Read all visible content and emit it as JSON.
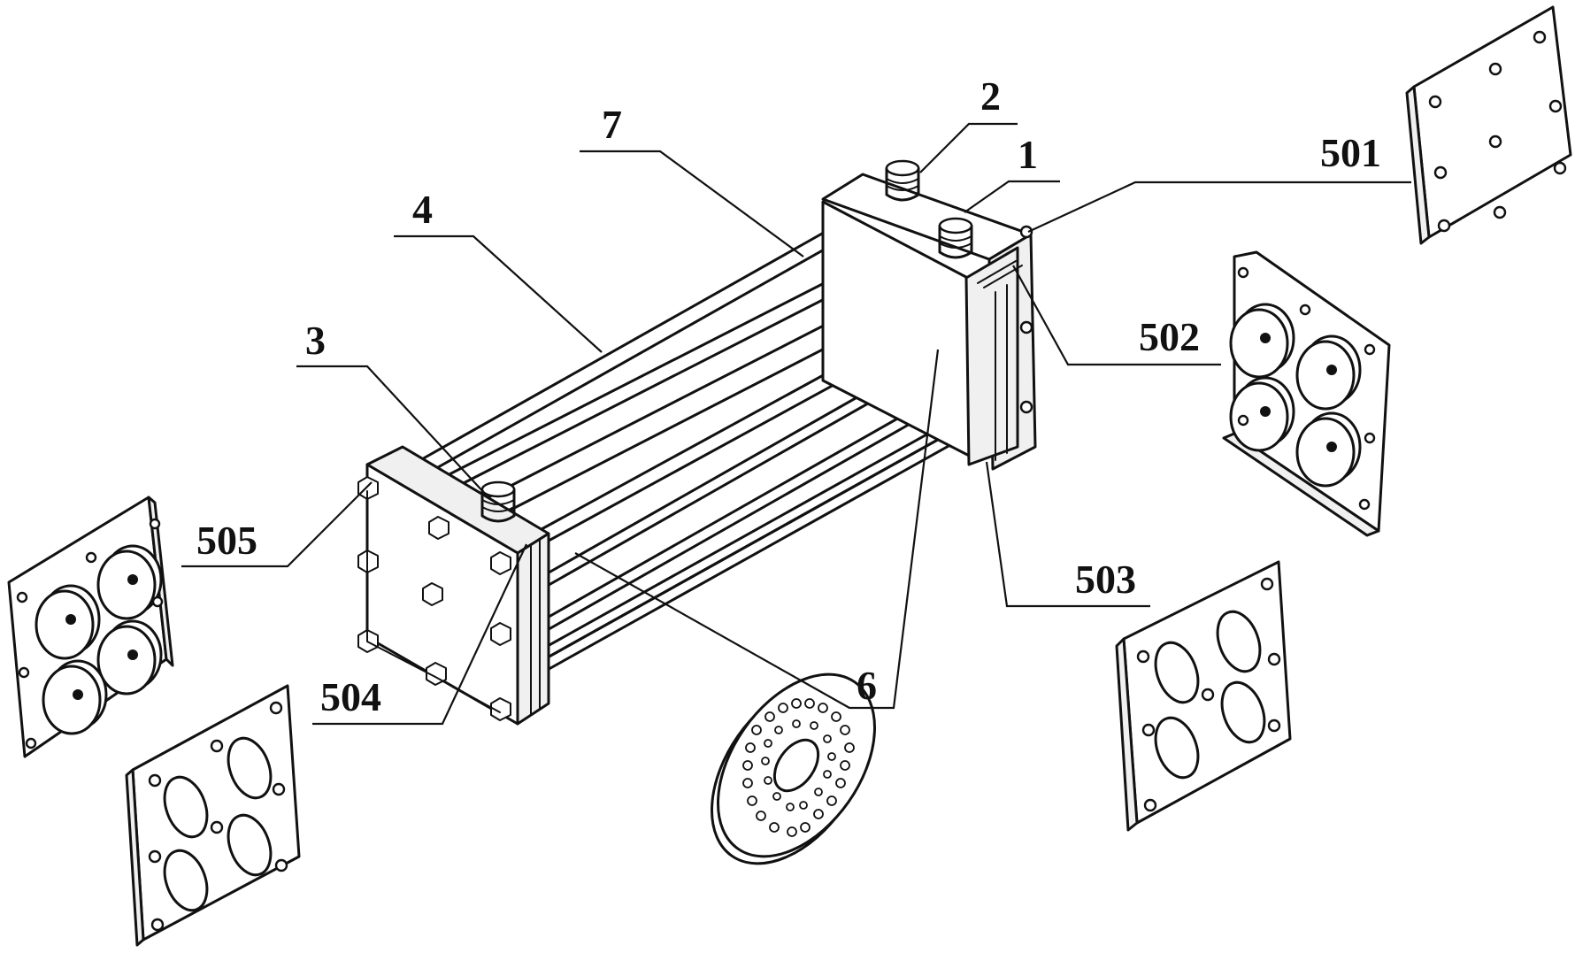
{
  "labels": {
    "l1": "1",
    "l2": "2",
    "l3": "3",
    "l4": "4",
    "l6": "6",
    "l7": "7",
    "l501": "501",
    "l502": "502",
    "l503": "503",
    "l504": "504",
    "l505": "505"
  }
}
